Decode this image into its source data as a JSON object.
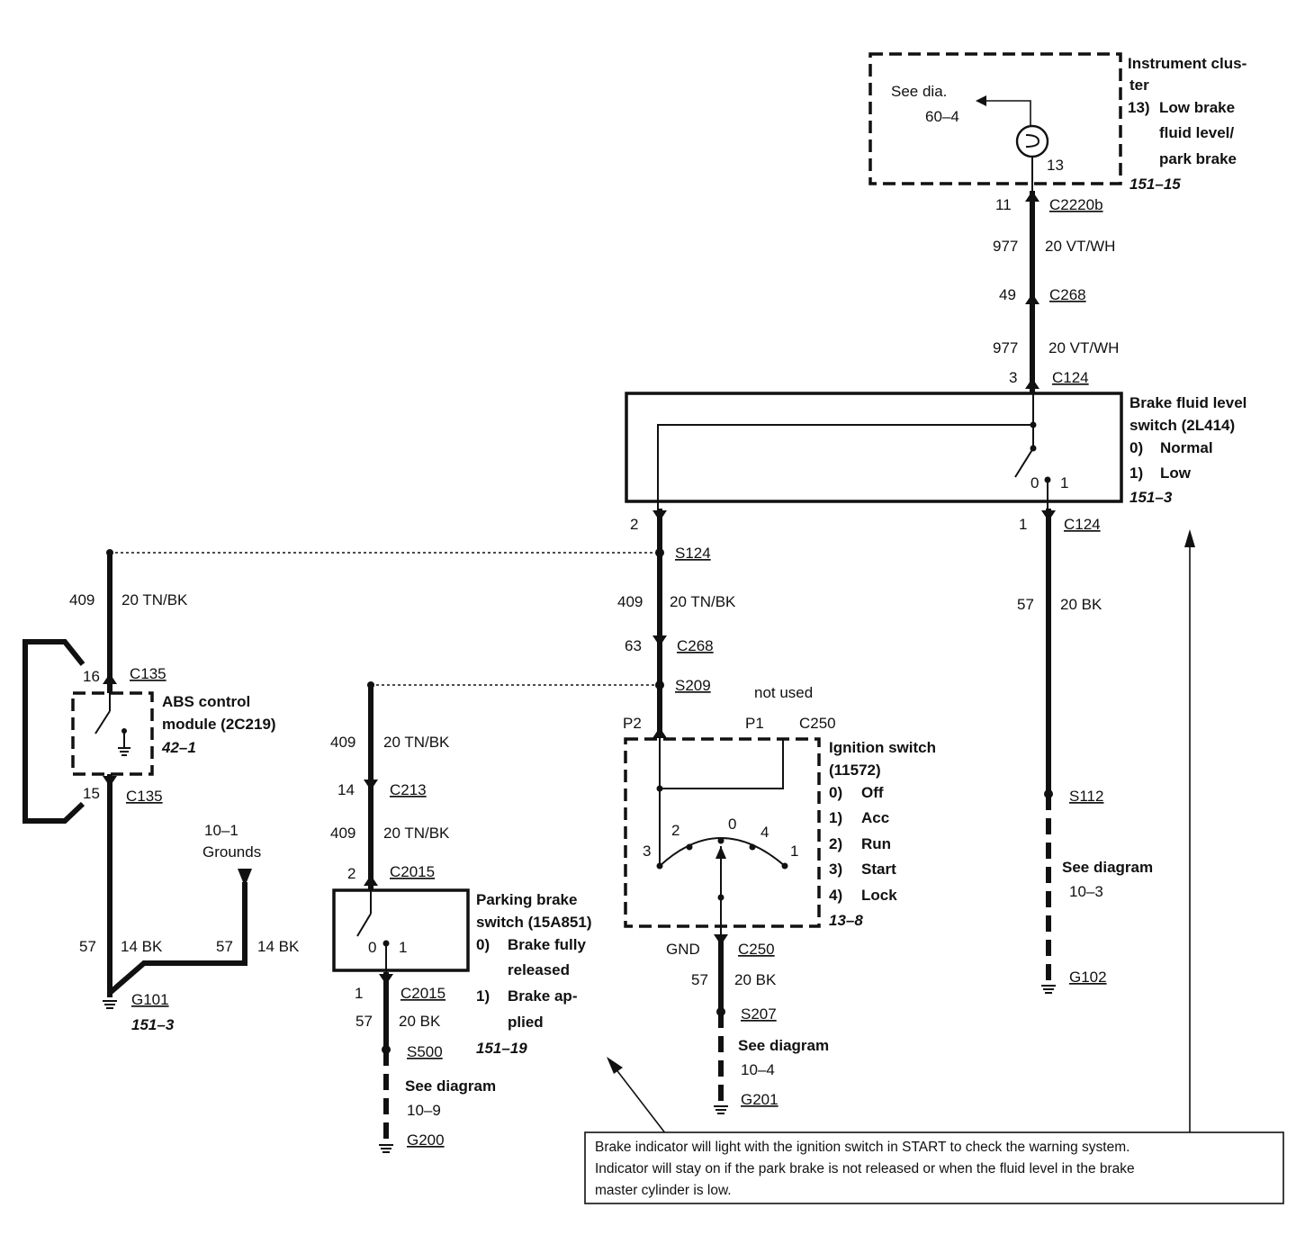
{
  "instrument_cluster": {
    "title_1": "Instrument clus-",
    "title_2": "ter",
    "item_num": "13)",
    "item_1": "Low brake",
    "item_2": "fluid level/",
    "item_3": "park brake",
    "ref": "151–15",
    "see_dia": "See dia.",
    "see_dia_ref": "60–4",
    "pin": "13"
  },
  "top_wire": {
    "pin_c2220b": "11",
    "c2220b": "C2220b",
    "circuit_1": "977",
    "gauge_1": "20 VT/WH",
    "pin_c268": "49",
    "c268": "C268",
    "circuit_2": "977",
    "gauge_2": "20 VT/WH",
    "pin_c124": "3",
    "c124": "C124"
  },
  "brake_fluid_switch": {
    "title_1": "Brake fluid level",
    "title_2": "switch (2L414)",
    "state_0_num": "0)",
    "state_0": "Normal",
    "state_1_num": "1)",
    "state_1": "Low",
    "ref": "151–3",
    "pos_0": "0",
    "pos_1": "1",
    "pin_left": "2",
    "pin_right": "1",
    "c124_bottom": "C124"
  },
  "right_ground": {
    "circuit": "57",
    "gauge": "20 BK",
    "splice": "S112",
    "see": "See diagram",
    "see_ref": "10–3",
    "ground": "G102"
  },
  "center_wire": {
    "splice_s124": "S124",
    "circuit": "409",
    "gauge": "20 TN/BK",
    "pin_c268": "63",
    "c268": "C268",
    "splice_s209": "S209",
    "not_used": "not used"
  },
  "ignition_switch": {
    "p2": "P2",
    "p1": "P1",
    "c250": "C250",
    "title_1": "Ignition switch",
    "title_2": "(11572)",
    "s0_num": "0)",
    "s0": "Off",
    "s1_num": "1)",
    "s1": "Acc",
    "s2_num": "2)",
    "s2": "Run",
    "s3_num": "3)",
    "s3": "Start",
    "s4_num": "4)",
    "s4": "Lock",
    "ref": "13–8",
    "pos_0": "0",
    "pos_1": "1",
    "pos_2": "2",
    "pos_3": "3",
    "pos_4": "4",
    "gnd": "GND",
    "c250_bottom": "C250",
    "circuit": "57",
    "gauge": "20 BK",
    "splice": "S207",
    "see": "See diagram",
    "see_ref": "10–4",
    "ground": "G201"
  },
  "abs_module": {
    "circuit": "409",
    "gauge": "20 TN/BK",
    "pin_top": "16",
    "c135_top": "C135",
    "title_1": "ABS control",
    "title_2": "module (2C219)",
    "ref": "42–1",
    "pin_bottom": "15",
    "c135_bottom": "C135",
    "grounds_ref": "10–1",
    "grounds": "Grounds",
    "circuit_left": "57",
    "gauge_left": "14 BK",
    "circuit_right": "57",
    "gauge_right": "14 BK",
    "ground": "G101",
    "ground_ref": "151–3"
  },
  "parking_brake": {
    "circuit_1": "409",
    "gauge_1": "20 TN/BK",
    "pin_c213": "14",
    "c213": "C213",
    "circuit_2": "409",
    "gauge_2": "20 TN/BK",
    "pin_c2015": "2",
    "c2015_top": "C2015",
    "title_1": "Parking brake",
    "title_2": "switch (15A851)",
    "s0_num": "0)",
    "s0_a": "Brake fully",
    "s0_b": "released",
    "s1_num": "1)",
    "s1_a": "Brake ap-",
    "s1_b": "plied",
    "ref": "151–19",
    "pos_0": "0",
    "pos_1": "1",
    "pin_bottom": "1",
    "c2015_bottom": "C2015",
    "circuit_3": "57",
    "gauge_3": "20 BK",
    "splice": "S500",
    "see": "See diagram",
    "see_ref": "10–9",
    "ground": "G200"
  },
  "note": {
    "line_1": "Brake indicator will light with the ignition switch in START to check the warning system.",
    "line_2": "Indicator will stay on if the park brake is not released or when the fluid level in the brake",
    "line_3": "master cylinder is low."
  }
}
